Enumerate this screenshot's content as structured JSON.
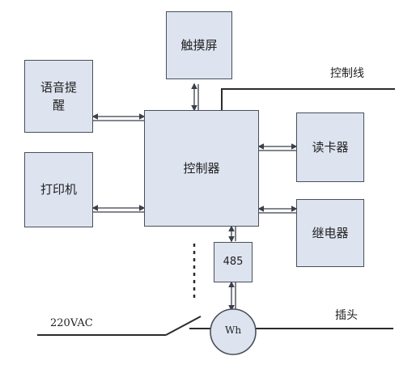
{
  "blocks": {
    "touchscreen": "触摸屏",
    "voice_prompt": "语音提\n醒",
    "printer": "打印机",
    "controller": "控制器",
    "card_reader": "读卡器",
    "relay": "继电器",
    "rs485": "485",
    "meter": "Wh"
  },
  "labels": {
    "control_line": "控制线",
    "ac_input": "220VAC",
    "plug": "插头"
  },
  "colors": {
    "box_fill": "#dde3ef",
    "line": "#2b2b2b",
    "arrow": "#3a3f4a"
  }
}
